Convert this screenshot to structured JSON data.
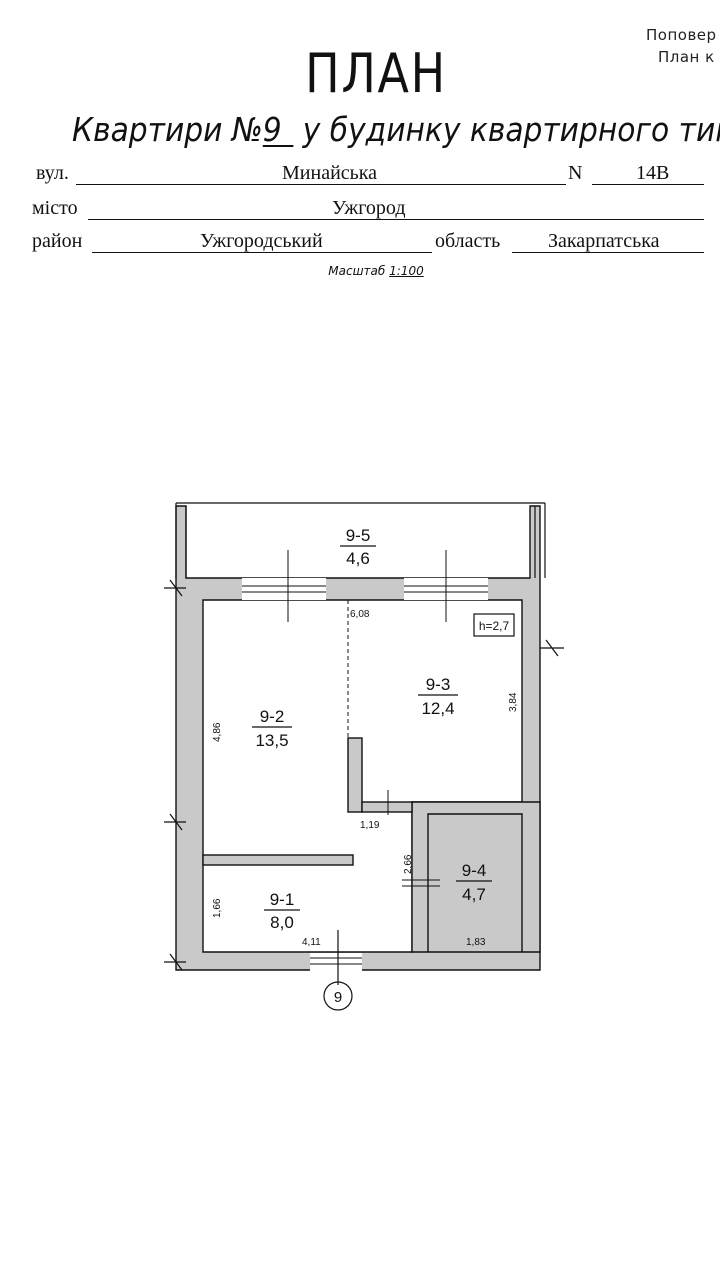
{
  "corner_text": {
    "line1": "Поповер",
    "line2": "План к"
  },
  "title": "ПЛАН",
  "subtitle": {
    "prefix": "Квартири №",
    "apartment_number": "9",
    "suffix": " у будинку квартирного типу"
  },
  "address": {
    "street_label": "вул.",
    "street": "Минайська",
    "number_label": "N",
    "number": "14В",
    "city_label": "місто",
    "city": "Ужгород",
    "district_label": "район",
    "district": "Ужгородський",
    "region_label": "область",
    "region": "Закарпатська"
  },
  "scale": {
    "label": "Масштаб",
    "value": "1:100"
  },
  "plan": {
    "ceiling_height": "h=2,7",
    "axis_marker": "9",
    "rooms": [
      {
        "id": "9-5",
        "area": "4,6"
      },
      {
        "id": "9-2",
        "area": "13,5"
      },
      {
        "id": "9-3",
        "area": "12,4"
      },
      {
        "id": "9-1",
        "area": "8,0"
      },
      {
        "id": "9-4",
        "area": "4,7"
      }
    ],
    "dimensions": {
      "balcony_width": "6,08",
      "room2_height": "4,86",
      "room3_height": "3,84",
      "corridor_gap": "1,19",
      "corridor_height": "2,66",
      "room1_height": "1,66",
      "room1_width": "4,11",
      "room4_width": "1,83"
    }
  }
}
